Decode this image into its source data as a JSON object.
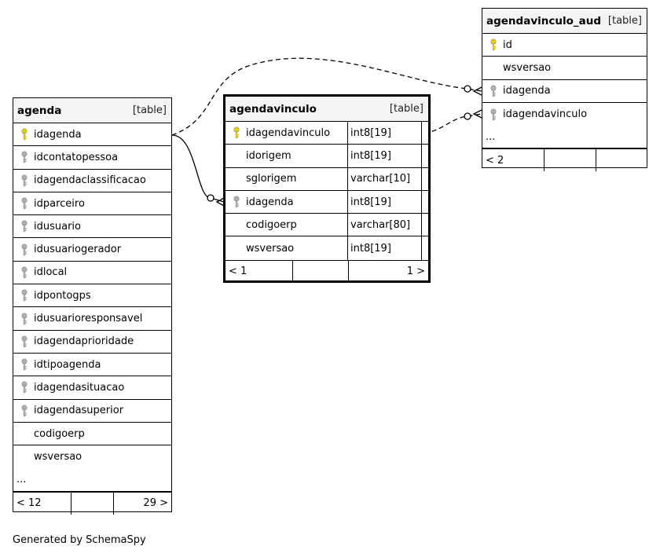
{
  "tables": {
    "agenda": {
      "name": "agenda",
      "type": "[table]",
      "columns": [
        {
          "name": "idagenda",
          "key": "primary"
        },
        {
          "name": "idcontatopessoa",
          "key": "foreign"
        },
        {
          "name": "idagendaclassificacao",
          "key": "foreign"
        },
        {
          "name": "idparceiro",
          "key": "foreign"
        },
        {
          "name": "idusuario",
          "key": "foreign"
        },
        {
          "name": "idusuariogerador",
          "key": "foreign"
        },
        {
          "name": "idlocal",
          "key": "foreign"
        },
        {
          "name": "idpontogps",
          "key": "foreign"
        },
        {
          "name": "idusuarioresponsavel",
          "key": "foreign"
        },
        {
          "name": "idagendaprioridade",
          "key": "foreign"
        },
        {
          "name": "idtipoagenda",
          "key": "foreign"
        },
        {
          "name": "idagendasituacao",
          "key": "foreign"
        },
        {
          "name": "idagendasuperior",
          "key": "foreign"
        },
        {
          "name": "codigoerp",
          "key": "none"
        },
        {
          "name": "wsversao",
          "key": "none"
        }
      ],
      "ellipsis": "...",
      "footer": {
        "left": "< 12",
        "mid": "",
        "right": "29 >"
      }
    },
    "agendavinculo": {
      "name": "agendavinculo",
      "type": "[table]",
      "columns": [
        {
          "name": "idagendavinculo",
          "type": "int8[19]",
          "key": "primary"
        },
        {
          "name": "idorigem",
          "type": "int8[19]",
          "key": "none"
        },
        {
          "name": "sglorigem",
          "type": "varchar[10]",
          "key": "none"
        },
        {
          "name": "idagenda",
          "type": "int8[19]",
          "key": "foreign"
        },
        {
          "name": "codigoerp",
          "type": "varchar[80]",
          "key": "none"
        },
        {
          "name": "wsversao",
          "type": "int8[19]",
          "key": "none"
        }
      ],
      "footer": {
        "left": "< 1",
        "mid": "",
        "right": "1 >"
      }
    },
    "agendavinculo_aud": {
      "name": "agendavinculo_aud",
      "type": "[table]",
      "columns": [
        {
          "name": "id",
          "key": "primary"
        },
        {
          "name": "wsversao",
          "key": "none"
        },
        {
          "name": "idagenda",
          "key": "foreign"
        },
        {
          "name": "idagendavinculo",
          "key": "foreign"
        }
      ],
      "ellipsis": "...",
      "footer": {
        "left": "< 2",
        "mid": "",
        "right": ""
      }
    }
  },
  "generated_by": "Generated by SchemaSpy",
  "colors": {
    "primary_key": "#e6d200",
    "foreign_key": "#b0b0b0",
    "header_bg": "#f4f4f4"
  }
}
